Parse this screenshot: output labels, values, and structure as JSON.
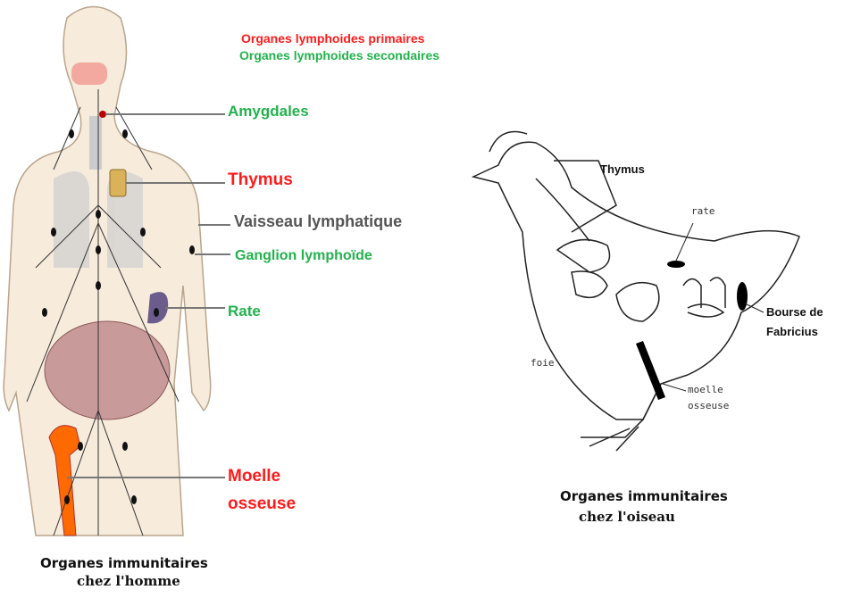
{
  "legend": {
    "primary": "Organes lymphoides primaires",
    "secondary": "Organes lymphoides secondaires",
    "primary_color": "#ff1a1a",
    "secondary_color": "#22b24c"
  },
  "human": {
    "labels": {
      "amygdales": "Amygdales",
      "thymus": "Thymus",
      "vaisseau": "Vaisseau lymphatique",
      "ganglion": "Ganglion lymphoïde",
      "rate": "Rate",
      "moelle_1": "Moelle",
      "moelle_2": "osseuse"
    },
    "caption_1": "Organes immunitaires",
    "caption_2": "chez l'homme"
  },
  "bird": {
    "labels": {
      "thymus": "Thymus",
      "rate": "rate",
      "bourse_1": "Bourse de",
      "bourse_2": "Fabricius",
      "foie": "foie",
      "moelle_1": "moelle",
      "moelle_2": "osseuse"
    },
    "caption_1": "Organes immunitaires",
    "caption_2": "chez l'oiseau"
  }
}
